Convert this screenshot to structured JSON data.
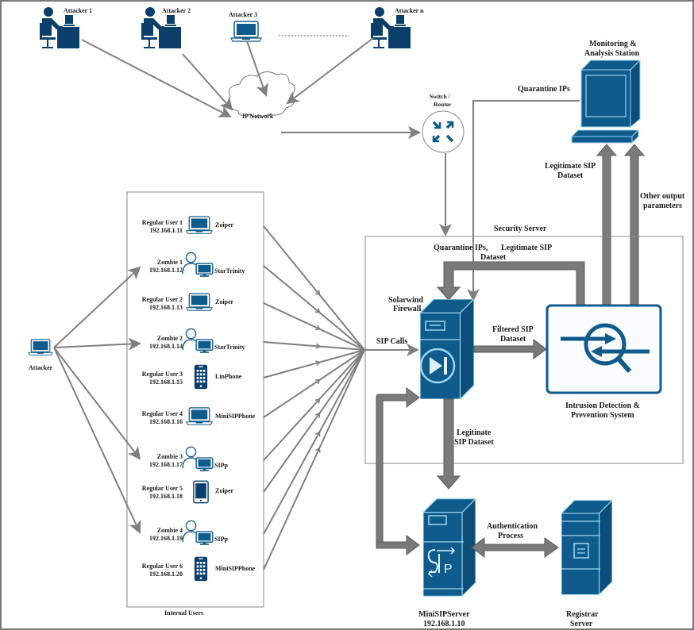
{
  "attackers": {
    "external": [
      {
        "label": "Attacker 1",
        "icon": "person-at-desk-icon"
      },
      {
        "label": "Attacker 2",
        "icon": "person-at-desk-icon"
      },
      {
        "label": "Attacker 3",
        "icon": "laptop-icon"
      },
      {
        "label": "Attacker n",
        "icon": "person-at-desk-icon"
      }
    ],
    "internal": {
      "label": "Attacker",
      "icon": "laptop-icon"
    }
  },
  "network": {
    "cloud_label": "IP Network",
    "router_label_line1": "Switch /",
    "router_label_line2": "Router"
  },
  "monitoring": {
    "title_line1": "Monitoring &",
    "title_line2": "Analysis Station",
    "quarantine_label": "Quarantine IPs",
    "legit_line1": "Legitimate SIP",
    "legit_line2": "Dataset",
    "other_line1": "Other output",
    "other_line2": "parameters"
  },
  "internal_users": {
    "group_label": "Internal Users",
    "users": [
      {
        "name": "Regular User 1",
        "ip": "192.168.1.11",
        "app": "Zoiper",
        "device": "laptop"
      },
      {
        "name": "Zombie 1",
        "ip": "192.168.1.12",
        "app": "StarTrinity",
        "device": "user-monitor"
      },
      {
        "name": "Regular User 2",
        "ip": "192.168.1.13",
        "app": "Zoiper",
        "device": "laptop"
      },
      {
        "name": "Zombie 2",
        "ip": "192.168.1.14",
        "app": "StarTrinity",
        "device": "user-monitor"
      },
      {
        "name": "Regular User 3",
        "ip": "192.168.1.15",
        "app": "LinPhone",
        "device": "phone"
      },
      {
        "name": "Regular User 4",
        "ip": "192.168.1.16",
        "app": "MiniSIPPhone",
        "device": "laptop"
      },
      {
        "name": "Zombie 3",
        "ip": "192.168.1.17",
        "app": "SIPp",
        "device": "user-monitor"
      },
      {
        "name": "Regular User 5",
        "ip": "192.168.1.18",
        "app": "Zoiper",
        "device": "tablet"
      },
      {
        "name": "Zombie 4",
        "ip": "192.168.1.19",
        "app": "SIPp",
        "device": "user-monitor"
      },
      {
        "name": "Regular User 6",
        "ip": "192.168.1.20",
        "app": "MiniSIPPhone",
        "device": "phone"
      }
    ]
  },
  "security_server": {
    "title": "Security Server",
    "feedback_label_a": "Quarantine IPs,",
    "feedback_label_b": "Legitimate SIP",
    "feedback_label_c": "Dataset",
    "firewall_line1": "Solarwind",
    "firewall_line2": "Firewall",
    "sip_calls": "SIP Calls",
    "filtered_line1": "Filtered SIP",
    "filtered_line2": "Dataset",
    "idps_line1": "Intrusion Detection &",
    "idps_line2": "Prevention System",
    "legit_down_line1": "Legitinate",
    "legit_down_line2": "SIP Dataset"
  },
  "servers": {
    "minisip_line1": "MiniSIPServer",
    "minisip_line2": "192.168.1.10",
    "auth_line1": "Authentication",
    "auth_line2": "Process",
    "registrar_line1": "Registrar",
    "registrar_line2": "Server"
  },
  "colors": {
    "icon_blue": "#0e5b8c",
    "icon_navy": "#0b3f6b",
    "arrow_gray": "#7a7a7a"
  }
}
